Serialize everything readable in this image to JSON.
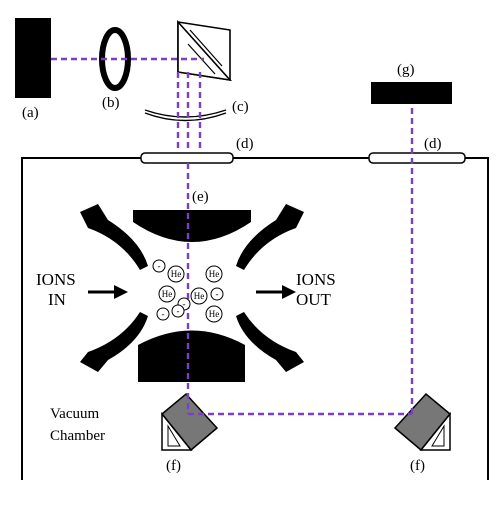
{
  "labels": {
    "a": "(a)",
    "b": "(b)",
    "c": "(c)",
    "d": "(d)",
    "e": "(e)",
    "f": "(f)",
    "g": "(g)"
  },
  "ions_in": [
    "IONS",
    "IN"
  ],
  "ions_out": [
    "IONS",
    "OUT"
  ],
  "chamber": [
    "Vacuum",
    "Chamber"
  ],
  "particles": {
    "helium": "He",
    "electron": "-"
  },
  "colors": {
    "beam": "#7a3fc4",
    "ink": "#000000",
    "window": "#ffffff"
  }
}
